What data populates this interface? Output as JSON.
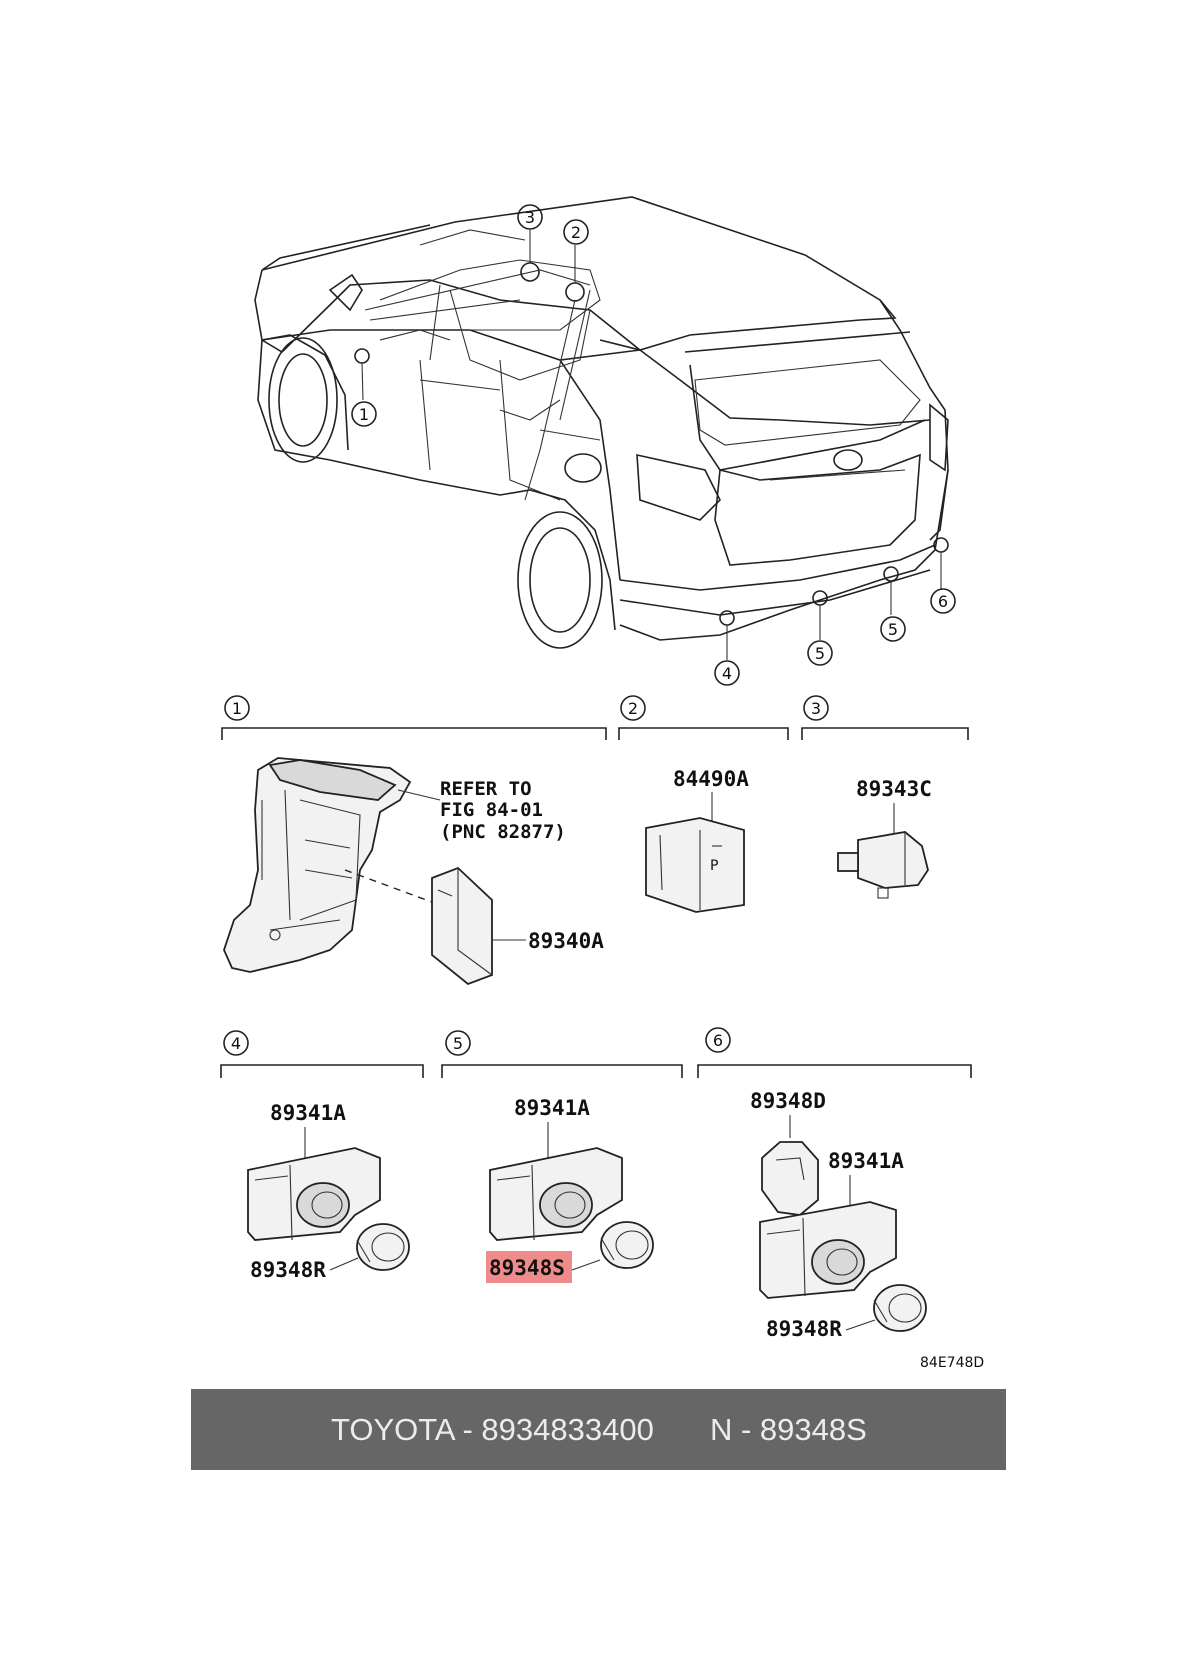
{
  "callouts": {
    "c1": "1",
    "c2": "2",
    "c3": "3",
    "c4": "4",
    "c5": "5",
    "c6": "6"
  },
  "groups": {
    "g1": {
      "number": "1",
      "note": [
        "REFER TO",
        "FIG 84-01",
        "(PNC 82877)"
      ],
      "part": "89340A"
    },
    "g2": {
      "number": "2",
      "part": "84490A"
    },
    "g3": {
      "number": "3",
      "part": "89343C"
    },
    "g4": {
      "number": "4",
      "part_top": "89341A",
      "part_bottom": "89348R"
    },
    "g5": {
      "number": "5",
      "part_top": "89341A",
      "part_bottom": "89348S"
    },
    "g6": {
      "number": "6",
      "part_cover": "89348D",
      "part_top": "89341A",
      "part_bottom": "89348R"
    }
  },
  "highlight": {
    "part": "89348S",
    "color": "#f08b8b"
  },
  "figure_code": "84E748D",
  "footer": {
    "brand_part": "TOYOTA - 8934833400",
    "ref": "N - 89348S",
    "background": "#666666"
  }
}
